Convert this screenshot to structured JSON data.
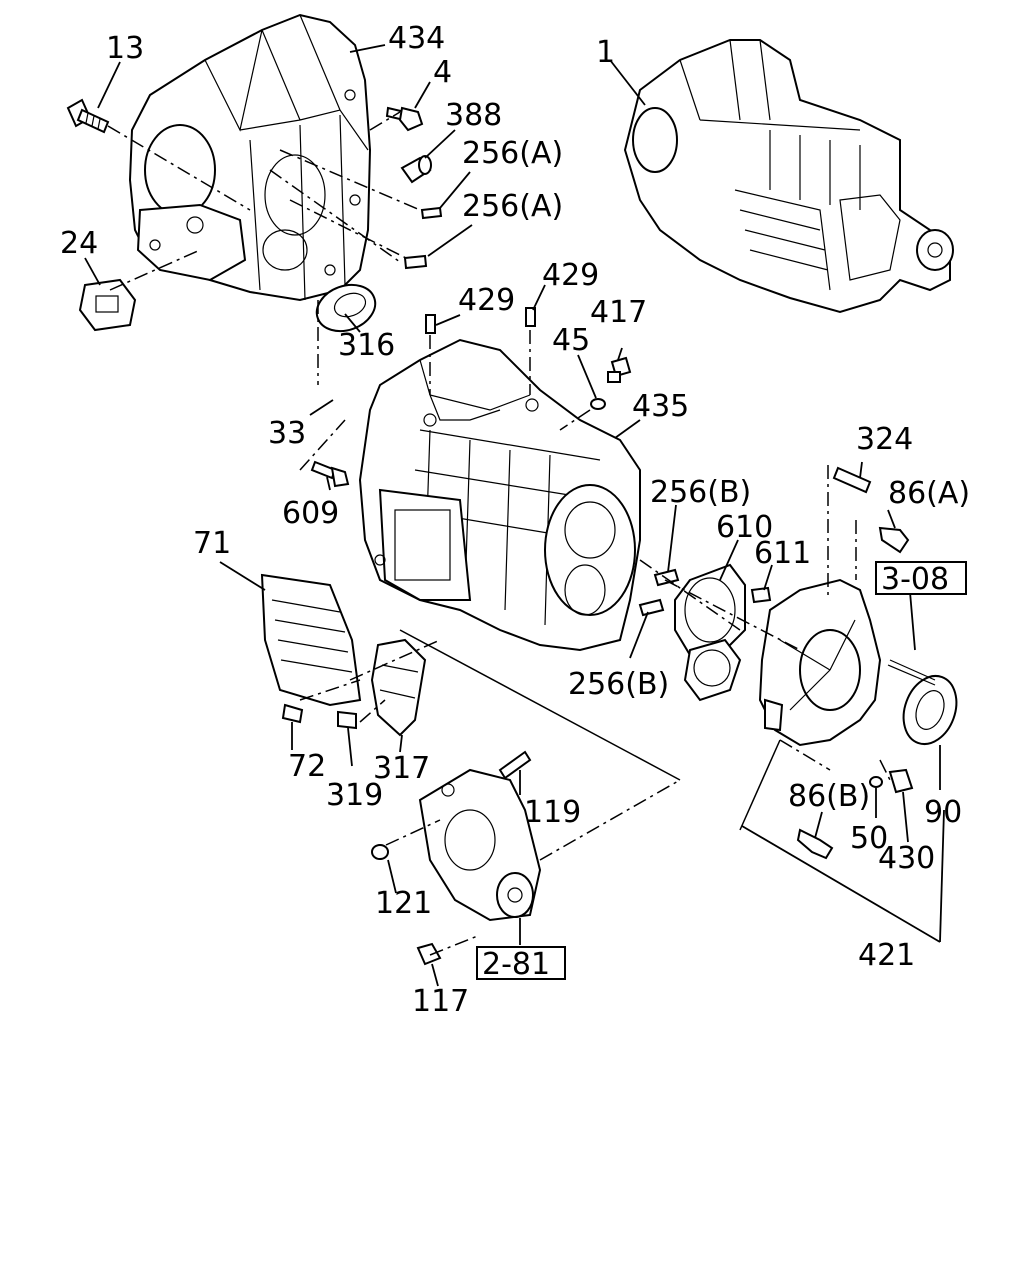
{
  "callouts": {
    "p13": "13",
    "p434": "434",
    "p4": "4",
    "p388": "388",
    "p256a1": "256(A)",
    "p256a2": "256(A)",
    "p24": "24",
    "p316": "316",
    "p1": "1",
    "p429a": "429",
    "p429b": "429",
    "p45": "45",
    "p417": "417",
    "p33": "33",
    "p435": "435",
    "p609": "609",
    "p324": "324",
    "p86a": "86(A)",
    "p256b1": "256(B)",
    "p610": "610",
    "p611": "611",
    "p71": "71",
    "p256b2": "256(B)",
    "p72": "72",
    "p319": "319",
    "p317": "317",
    "p119": "119",
    "p86b": "86(B)",
    "p90": "90",
    "p50": "50",
    "p430": "430",
    "p121": "121",
    "p117": "117",
    "p421": "421"
  },
  "refs": {
    "r308": "3-08",
    "r281": "2-81"
  }
}
